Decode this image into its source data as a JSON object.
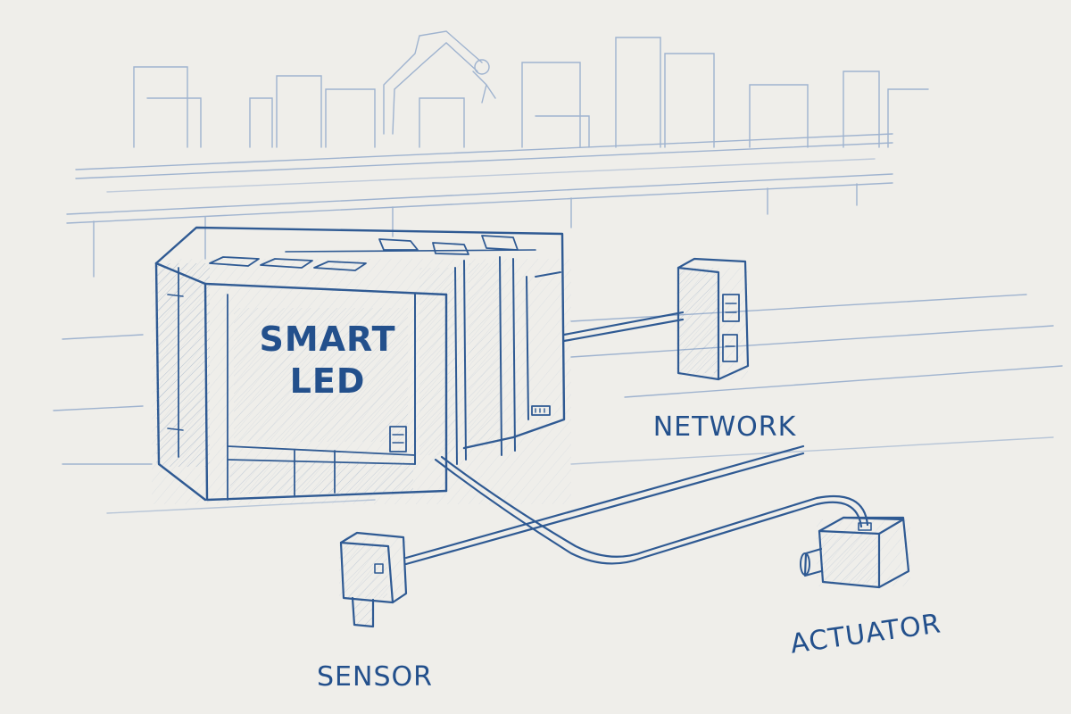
{
  "diagram": {
    "device_label_line1": "SMART",
    "device_label_line2": "LED",
    "network_label": "NETWORK",
    "sensor_label": "SENSOR",
    "actuator_label": "ACTUATOR"
  },
  "colors": {
    "paper": "#efeeea",
    "ink": "#2f5a93",
    "faint_ink": "#9fb3cf"
  }
}
